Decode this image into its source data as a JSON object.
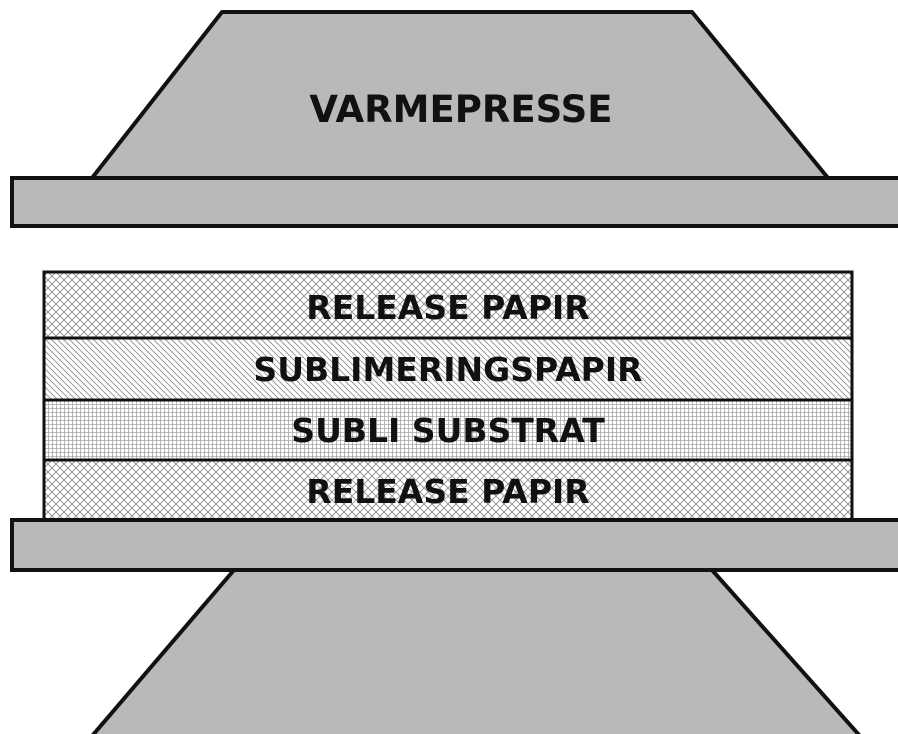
{
  "press": {
    "top_label": "VARMEPRESSE"
  },
  "layers": [
    {
      "label": "RELEASE PAPIR",
      "pattern": "crosshatch"
    },
    {
      "label": "SUBLIMERINGSPAPIR",
      "pattern": "diagonal"
    },
    {
      "label": "SUBLI SUBSTRAT",
      "pattern": "grid"
    },
    {
      "label": "RELEASE PAPIR",
      "pattern": "crosshatch"
    }
  ],
  "colors": {
    "press_fill": "#b9b9bc",
    "stroke": "#111111",
    "background": "#ffffff"
  }
}
